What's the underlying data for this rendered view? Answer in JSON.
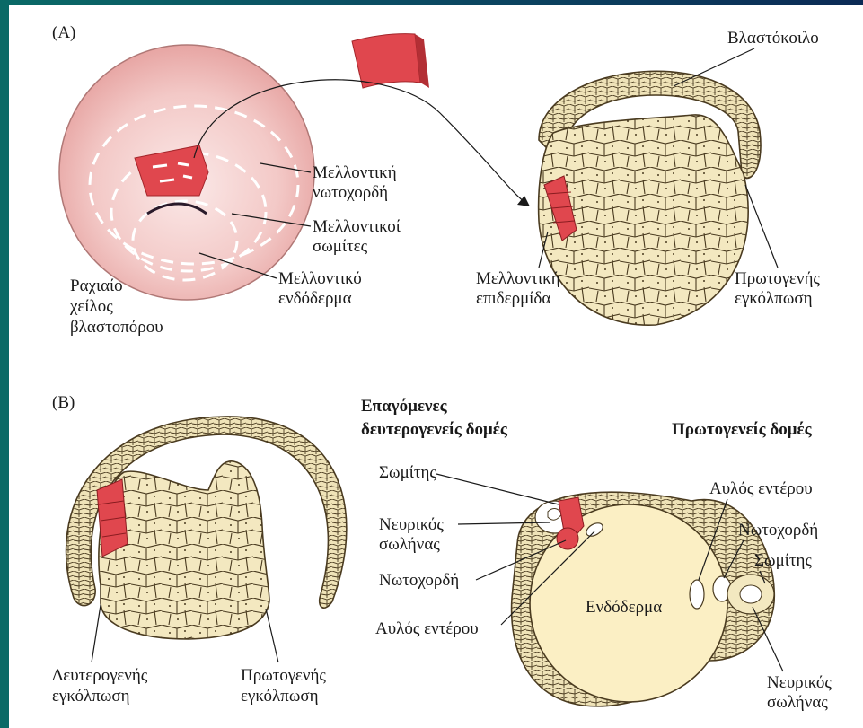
{
  "panelA": {
    "label": "(A)",
    "blastocoel": "Βλαστόκοιλο",
    "future_notochord": [
      "Μελλοντική",
      "νωτοχορδή"
    ],
    "future_somites": [
      "Μελλοντικοί",
      "σωμίτες"
    ],
    "future_endoderm": [
      "Μελλοντικό",
      "ενδόδερμα"
    ],
    "dorsal_lip": [
      "Ραχιαίο",
      "χείλος",
      "βλαστοπόρου"
    ],
    "future_epidermis": [
      "Μελλοντική",
      "επιδερμίδα"
    ],
    "primary_invagination": [
      "Πρωτογενής",
      "εγκόλπωση"
    ]
  },
  "panelB": {
    "label": "(B)",
    "secondary_invagination": [
      "Δευτερογενής",
      "εγκόλπωση"
    ],
    "primary_invagination": [
      "Πρωτογενής",
      "εγκόλπωση"
    ],
    "induced_heading": [
      "Επαγόμενες",
      "δευτερογενείς δομές"
    ],
    "primary_heading": "Πρωτογενείς δομές",
    "left_labels": {
      "somite": "Σωμίτης",
      "neural_tube": [
        "Νευρικός",
        "σωλήνας"
      ],
      "notochord": "Νωτοχορδή",
      "gut_lumen": "Αυλός εντέρου"
    },
    "endoderm": "Ενδόδερμα",
    "right_labels": {
      "gut_lumen": "Αυλός εντέρου",
      "notochord": "Νωτοχορδή",
      "somite": "Σωμίτης",
      "neural_tube": [
        "Νευρικός",
        "σωλήνας"
      ]
    }
  },
  "colors": {
    "tissue_red": "#e0474e",
    "yolk_cells": "#f3e8c0",
    "embryo_pink": "#f2c6c4",
    "outline": "#4a3b20"
  }
}
